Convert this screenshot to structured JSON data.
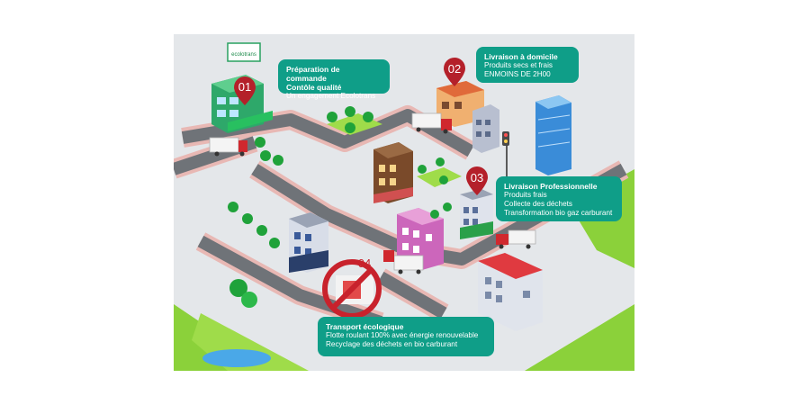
{
  "callouts": [
    {
      "num": "01",
      "title_lines": [
        "Préparation de commande",
        "Contôle qualité"
      ],
      "lines": [
        "Un engagement Ecolotrans"
      ]
    },
    {
      "num": "02",
      "title_lines": [
        "Livraison à domicile"
      ],
      "lines": [
        "Produits  secs et frais",
        "ENMOINS DE 2H00"
      ]
    },
    {
      "num": "03",
      "title_lines": [
        "Livraison Professionnelle"
      ],
      "lines": [
        "Produits frais",
        "Collecte des déchets",
        "Transformation bio gaz carburant"
      ]
    },
    {
      "num": "04",
      "title_lines": [
        "Transport écologique"
      ],
      "lines": [
        "Flotte roulant 100% avec énergie renouvelable",
        "Recyclage des déchets en bio carburant"
      ]
    }
  ],
  "brand": {
    "logo_text": "ecolotrans"
  },
  "colors": {
    "callout": "#0f9e88",
    "pin": "#b4202a",
    "road": "#6f7378",
    "road_border": "#e8b8b4",
    "grass": "#8bd13a",
    "tree": "#1fa23a",
    "prohibition": "#c8222c"
  },
  "icons": [
    "location-pin-icon",
    "prohibition-sign-icon",
    "delivery-truck-icon",
    "tree-icon",
    "traffic-light-icon"
  ]
}
